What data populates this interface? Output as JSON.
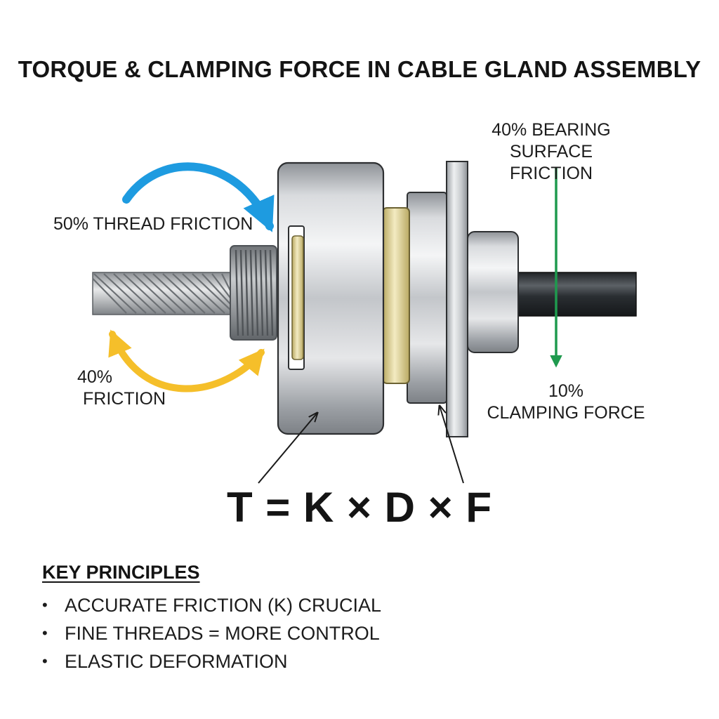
{
  "title": "TORQUE & CLAMPING FORCE IN CABLE GLAND ASSEMBLY",
  "labels": {
    "thread_friction": "50% THREAD FRICTION",
    "friction_pct": "40%",
    "friction_word": "FRICTION",
    "bearing_line1": "40% BEARING",
    "bearing_line2": "SURFACE FRICTION",
    "clamping_pct": "10%",
    "clamping_word": "CLAMPING FORCE"
  },
  "formula": "T = K × D × F",
  "key_principles": {
    "heading": "KEY PRINCIPLES",
    "items": [
      "ACCURATE FRICTION (K) CRUCIAL",
      "FINE THREADS = MORE CONTROL",
      "ELASTIC DEFORMATION"
    ]
  },
  "colors": {
    "thread_arrow": "#1e9be0",
    "friction_arrow": "#f5bf2a",
    "clamping_arrow": "#1f9a4e",
    "metal": "#b9bcc0",
    "brass": "#d8c98a",
    "cable": "#2e3236"
  }
}
